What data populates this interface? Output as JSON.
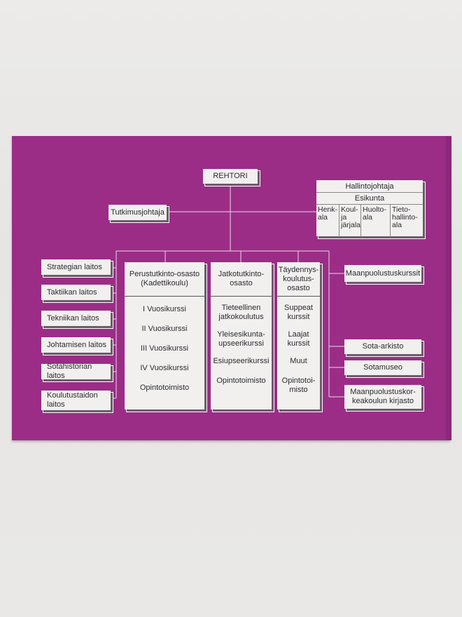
{
  "top": {
    "rector": "REHTORI",
    "research_director": "Tutkimusjohtaja"
  },
  "admin": {
    "title": "Hallintojohtaja",
    "staff": "Esikunta",
    "units": [
      "Henk-\nala",
      "Koul-\nja\njärjala",
      "Huolto-\nala",
      "Tieto-\nhallinto-\nala"
    ]
  },
  "departments": [
    "Strategian laitos",
    "Taktiikan laitos",
    "Tekniikan laitos",
    "Johtamisen laitos",
    "Sotahistorian laitos",
    "Koulutustaidon\nlaitos"
  ],
  "columns": [
    {
      "title": "Perustutkinto-osasto\n(Kadettikoulu)",
      "items": [
        "I Vuosikurssi",
        "II Vuosikurssi",
        "III Vuosikurssi",
        "IV Vuosikurssi",
        "Opintotoimisto"
      ]
    },
    {
      "title": "Jatkotutkinto-\nosasto",
      "items": [
        "Tieteellinen\njatkokoulutus",
        "Yleisesikunta-\nupseerikurssi",
        "Esiupseerikurssi",
        "Opintotoimisto"
      ]
    },
    {
      "title": "Täydennys-\nkoulutus-\nosasto",
      "items": [
        "Suppeat\nkurssit",
        "Laajat\nkurssit",
        "Muut",
        "Opintotoi-\nmisto"
      ]
    }
  ],
  "right": {
    "courses": "Maanpuolustuskurssit",
    "archive": "Sota-arkisto",
    "museum": "Sotamuseo",
    "library": "Maanpuolustuskor-\nkeakoulun kirjasto"
  },
  "colors": {
    "background": "#9b2d87",
    "box": "#f1f0ef",
    "text": "#2a2a30"
  }
}
